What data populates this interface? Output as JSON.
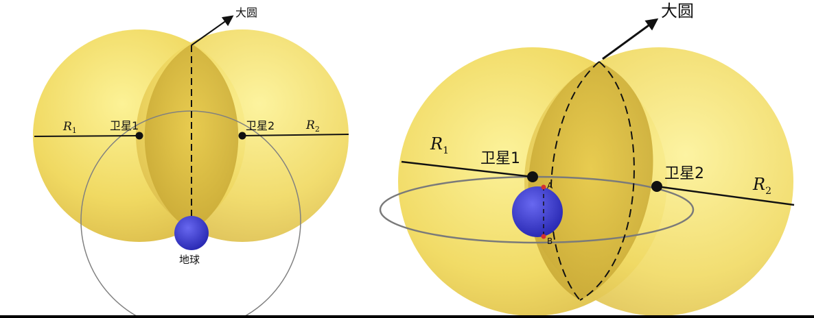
{
  "colors": {
    "sphere_light": "#fbf08a",
    "sphere_mid": "#ecd55c",
    "sphere_dark": "#c9a93a",
    "lens": "#d4b53a",
    "earth": "#3b3bd8",
    "orbit": "#808080",
    "line": "#111111",
    "point_red": "#d33030"
  },
  "left": {
    "great_circle": "大圆",
    "sat1": "卫星1",
    "sat2": "卫星2",
    "r1_letter": "R",
    "r1_sub": "1",
    "r2_letter": "R",
    "r2_sub": "2",
    "earth": "地球"
  },
  "right": {
    "great_circle": "大圆",
    "sat1": "卫星1",
    "sat2": "卫星2",
    "r1_letter": "R",
    "r1_sub": "1",
    "r2_letter": "R",
    "r2_sub": "2",
    "point_a": "A",
    "point_b": "B"
  }
}
